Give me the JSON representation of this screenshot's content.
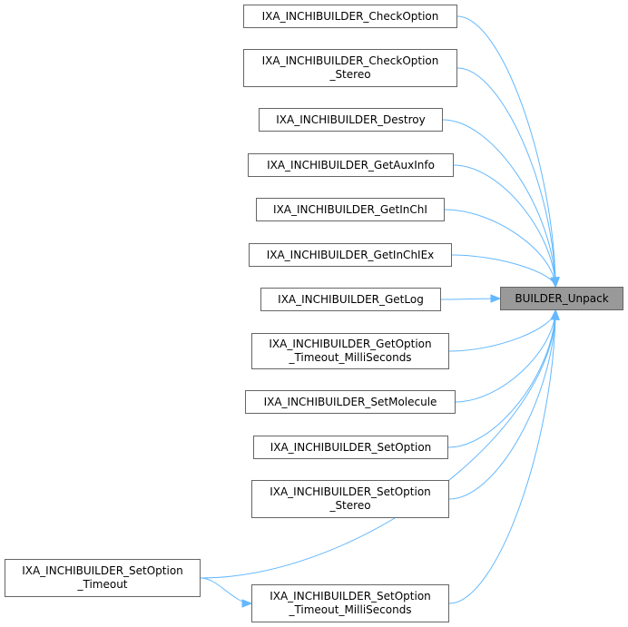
{
  "target": {
    "id": "builder_unpack",
    "label": "BUILDER_Unpack"
  },
  "callers": [
    {
      "id": "n1",
      "lines": [
        "IXA_INCHIBUILDER_CheckOption"
      ]
    },
    {
      "id": "n2",
      "lines": [
        "IXA_INCHIBUILDER_CheckOption",
        "_Stereo"
      ]
    },
    {
      "id": "n3",
      "lines": [
        "IXA_INCHIBUILDER_Destroy"
      ]
    },
    {
      "id": "n4",
      "lines": [
        "IXA_INCHIBUILDER_GetAuxInfo"
      ]
    },
    {
      "id": "n5",
      "lines": [
        "IXA_INCHIBUILDER_GetInChI"
      ]
    },
    {
      "id": "n6",
      "lines": [
        "IXA_INCHIBUILDER_GetInChIEx"
      ]
    },
    {
      "id": "n7",
      "lines": [
        "IXA_INCHIBUILDER_GetLog"
      ]
    },
    {
      "id": "n8",
      "lines": [
        "IXA_INCHIBUILDER_GetOption",
        "_Timeout_MilliSeconds"
      ]
    },
    {
      "id": "n9",
      "lines": [
        "IXA_INCHIBUILDER_SetMolecule"
      ]
    },
    {
      "id": "n10",
      "lines": [
        "IXA_INCHIBUILDER_SetOption"
      ]
    },
    {
      "id": "n11",
      "lines": [
        "IXA_INCHIBUILDER_SetOption",
        "_Stereo"
      ]
    },
    {
      "id": "n12",
      "lines": [
        "IXA_INCHIBUILDER_SetOption",
        "_Timeout_MilliSeconds"
      ]
    },
    {
      "id": "n13",
      "lines": [
        "IXA_INCHIBUILDER_SetOption",
        "_Timeout"
      ]
    }
  ],
  "edges": [
    [
      "n1",
      "builder_unpack"
    ],
    [
      "n2",
      "builder_unpack"
    ],
    [
      "n3",
      "builder_unpack"
    ],
    [
      "n4",
      "builder_unpack"
    ],
    [
      "n5",
      "builder_unpack"
    ],
    [
      "n6",
      "builder_unpack"
    ],
    [
      "n7",
      "builder_unpack"
    ],
    [
      "n8",
      "builder_unpack"
    ],
    [
      "n9",
      "builder_unpack"
    ],
    [
      "n10",
      "builder_unpack"
    ],
    [
      "n11",
      "builder_unpack"
    ],
    [
      "n12",
      "builder_unpack"
    ],
    [
      "n13",
      "builder_unpack"
    ],
    [
      "n13",
      "n12"
    ]
  ],
  "colors": {
    "edge": "#63b8ff",
    "target_fill": "#999999",
    "node_border": "#666666"
  }
}
